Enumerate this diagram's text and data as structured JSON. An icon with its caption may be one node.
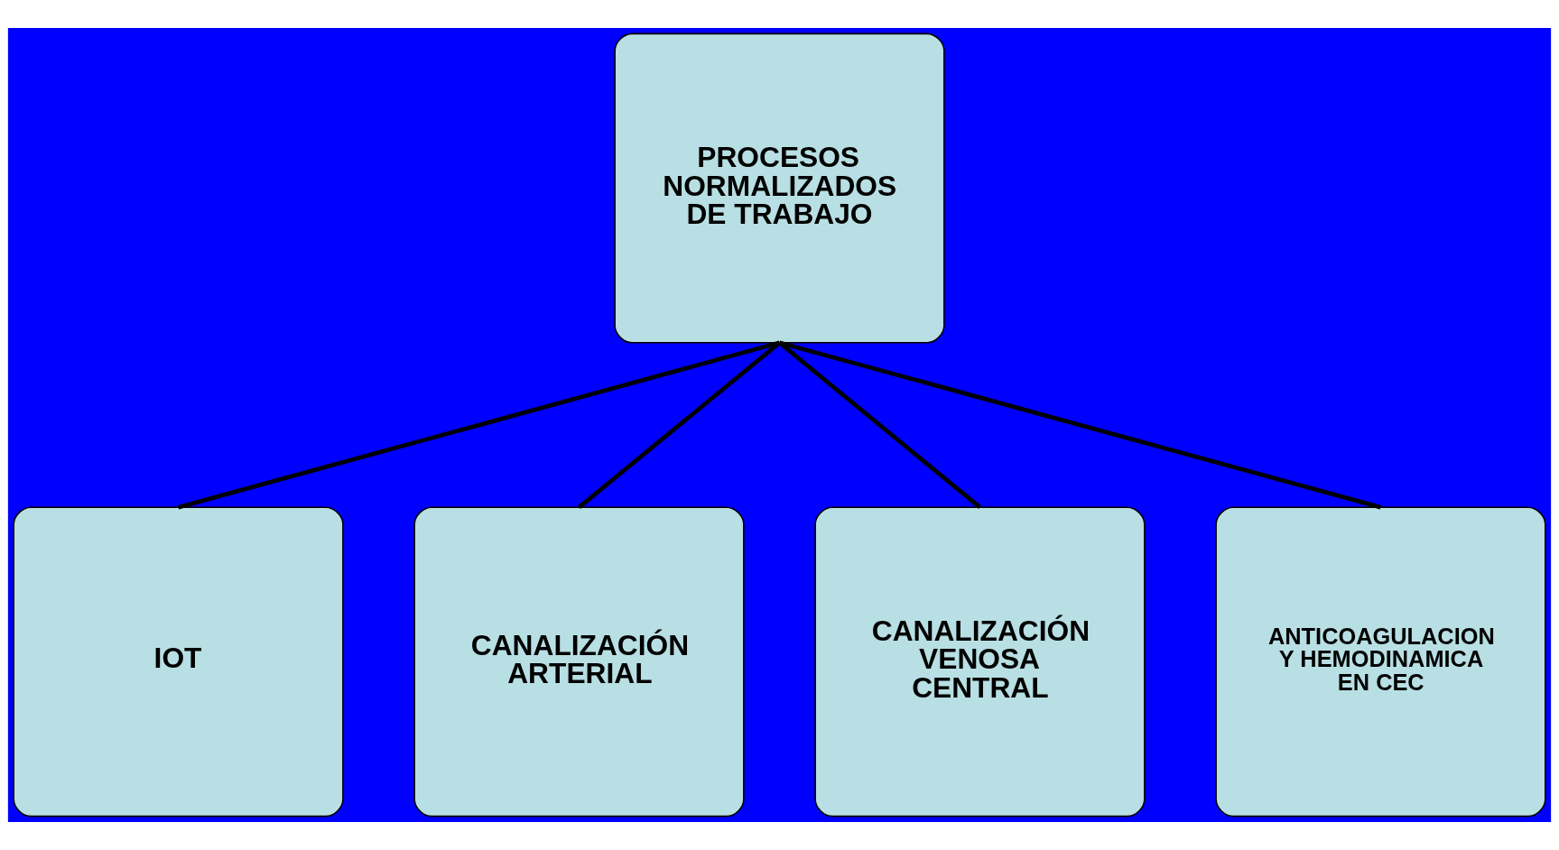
{
  "diagram": {
    "nodes": [
      {
        "text": [
          "PROCESOS NORMALIZADOS DE TRABAJO"
        ]
      },
      {
        "text": [
          "IOT"
        ]
      },
      {
        "text": [
          "CANALIZACIÓN ARTERIAL"
        ]
      },
      {
        "text": [
          "CANALIZACIÓN VENOSA CENTRAL"
        ]
      },
      {
        "text": [
          "ANTICOAGULACION Y HEMODINAMICA EN CEC"
        ]
      }
    ],
    "edges": [
      {
        "from": 0,
        "to": 1,
        "arrow": "none"
      },
      {
        "from": 0,
        "to": 2,
        "arrow": "none"
      },
      {
        "from": 0,
        "to": 3,
        "arrow": "none"
      },
      {
        "from": 0,
        "to": 4,
        "arrow": "none"
      }
    ]
  }
}
